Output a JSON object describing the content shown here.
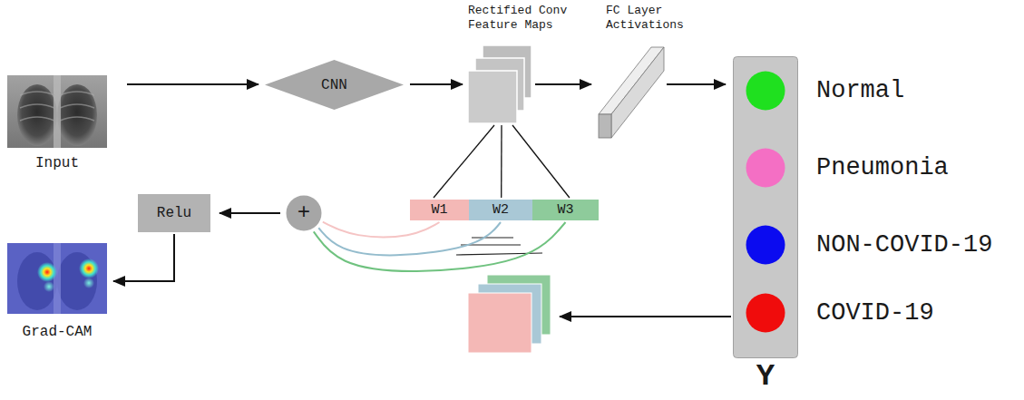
{
  "diagram": {
    "nodes": [
      {
        "text": [
          "Input"
        ]
      },
      {
        "text": [
          "CNN"
        ]
      },
      {
        "text": [
          "Rectified Conv Feature Maps"
        ]
      },
      {
        "text": [
          "FC Layer Activations"
        ]
      },
      {
        "text": [
          "Y"
        ]
      },
      {
        "text": [
          "Normal"
        ],
        "in": 4
      },
      {
        "text": [
          "Pneumonia"
        ],
        "in": 4
      },
      {
        "text": [
          "NON-COVID-19"
        ],
        "in": 4
      },
      {
        "text": [
          "COVID-19"
        ],
        "in": 4
      },
      {
        "text": [
          "W1"
        ]
      },
      {
        "text": [
          "W2"
        ]
      },
      {
        "text": [
          "W3"
        ]
      },
      {
        "text": [
          "+"
        ]
      },
      {
        "text": [
          "Relu"
        ]
      },
      {
        "text": [
          "Grad-CAM"
        ]
      }
    ],
    "edges": [
      {
        "from": 0,
        "to": 1,
        "arrow": "to"
      },
      {
        "from": 1,
        "to": 2,
        "arrow": "to"
      },
      {
        "from": 2,
        "to": 3,
        "arrow": "to"
      },
      {
        "from": 3,
        "to": 4,
        "arrow": "to"
      },
      {
        "from": 2,
        "to": 9,
        "arrow": "none"
      },
      {
        "from": 2,
        "to": 10,
        "arrow": "none"
      },
      {
        "from": 2,
        "to": 11,
        "arrow": "none"
      },
      {
        "from": 9,
        "to": 12,
        "arrow": "none"
      },
      {
        "from": 10,
        "to": 12,
        "arrow": "none"
      },
      {
        "from": 11,
        "to": 12,
        "arrow": "none"
      },
      {
        "from": 12,
        "to": 13,
        "arrow": "to"
      },
      {
        "from": 13,
        "to": 14,
        "arrow": "to"
      }
    ]
  }
}
